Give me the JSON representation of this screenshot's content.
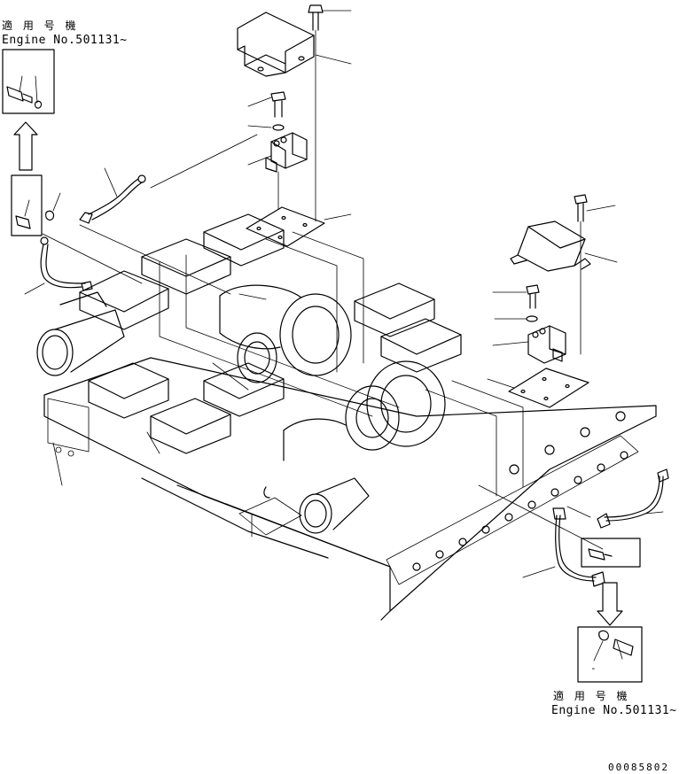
{
  "notes": {
    "top_left_jp": "適 用 号 機",
    "top_left_en": "Engine No.501131~",
    "bottom_right_jp": "適 用 号 機",
    "bottom_right_en": "Engine No.501131~"
  },
  "drawing_number": "00085802",
  "detail_marker": "-"
}
